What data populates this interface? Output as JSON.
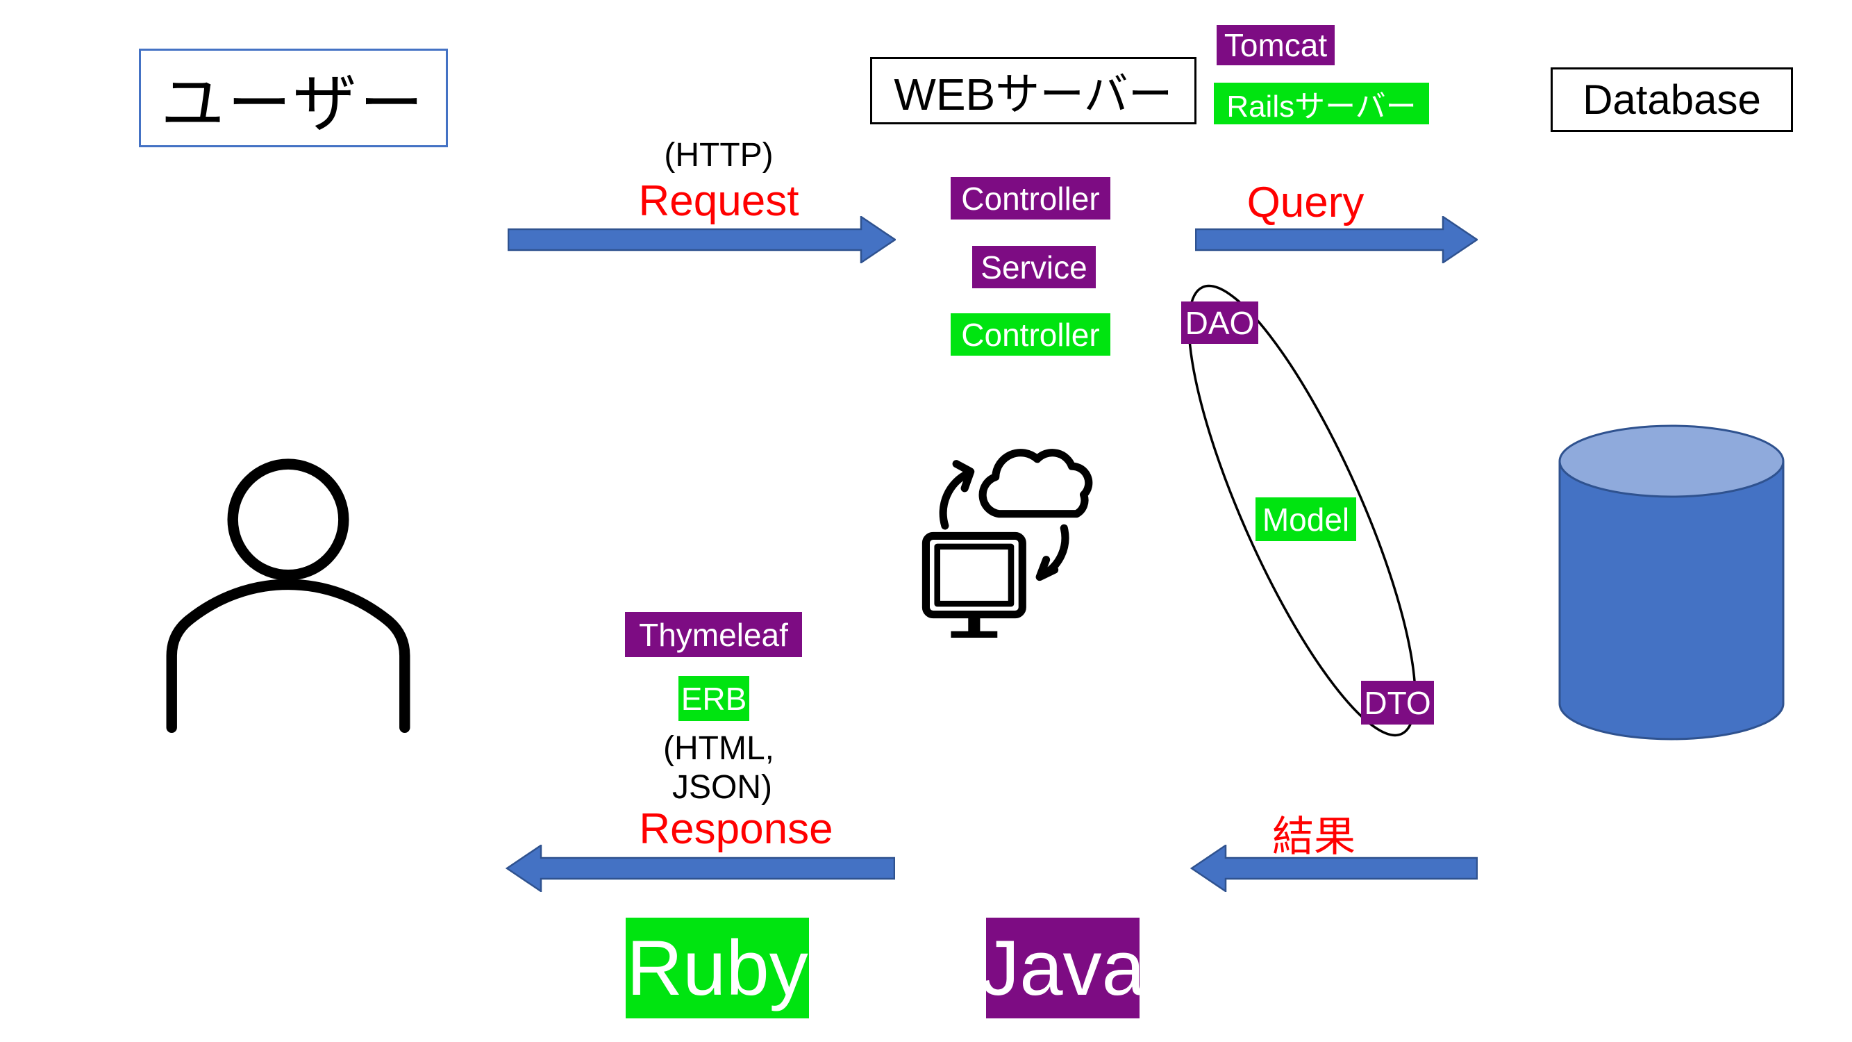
{
  "colors": {
    "purple": "#7D0C83",
    "green": "#00E410",
    "arrow-blue": "#4472C4",
    "blue-dark": "#2F528F",
    "cyl-top": "#8FAADC",
    "red": "#FF0000",
    "user-box-border": "#4472C4"
  },
  "nodes": {
    "user": "ユーザー",
    "web_server": "WEBサーバー",
    "database": "Database"
  },
  "java_stack": {
    "tomcat": "Tomcat",
    "controller": "Controller",
    "service": "Service",
    "dao": "DAO",
    "dto": "DTO",
    "thymeleaf": "Thymeleaf",
    "language": "Java"
  },
  "rails_stack": {
    "rails_server": "Railsサーバー",
    "controller": "Controller",
    "model": "Model",
    "erb": "ERB",
    "language": "Ruby"
  },
  "flows": {
    "http": "(HTTP)",
    "request": "Request",
    "query": "Query",
    "result": "結果",
    "response_format_line1": "(HTML,",
    "response_format_line2": "JSON)",
    "response": "Response"
  }
}
